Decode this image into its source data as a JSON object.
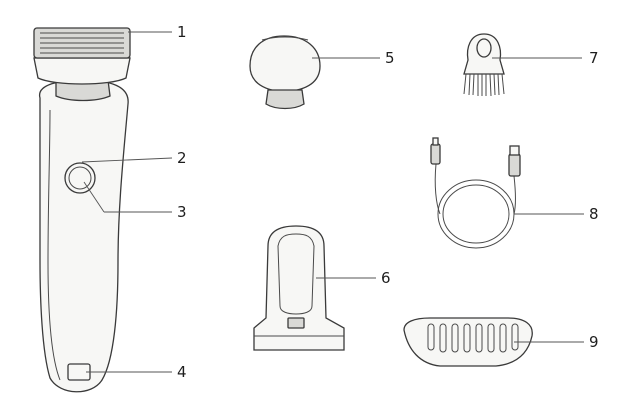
{
  "callouts": {
    "c1": "1",
    "c2": "2",
    "c3": "3",
    "c4": "4",
    "c5": "5",
    "c6": "6",
    "c7": "7",
    "c8": "8",
    "c9": "9"
  },
  "colors": {
    "outline": "#3a3a3a",
    "body_fill": "#f7f7f5",
    "shade_fill": "#d9d9d6",
    "background": "#ffffff"
  }
}
